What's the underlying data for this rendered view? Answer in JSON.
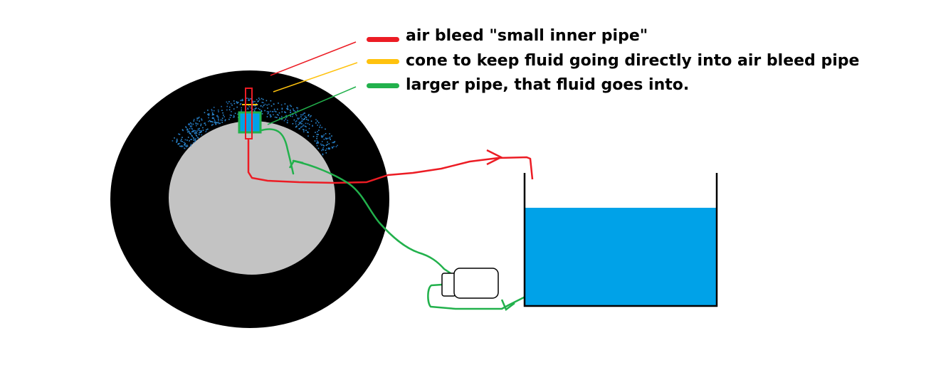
{
  "legend": [
    {
      "label": "air bleed \"small inner pipe\"",
      "color": "#ec1c24"
    },
    {
      "label": "cone to keep fluid going directly into air bleed pipe",
      "color": "#ffc20e"
    },
    {
      "label": "larger pipe, that fluid goes into.",
      "color": "#22b14c"
    }
  ],
  "colors": {
    "tire": "#000000",
    "wheel": "#c3c3c3",
    "water": "#00a2e8",
    "spray": "#1e6fb8",
    "outline": "#000000"
  }
}
